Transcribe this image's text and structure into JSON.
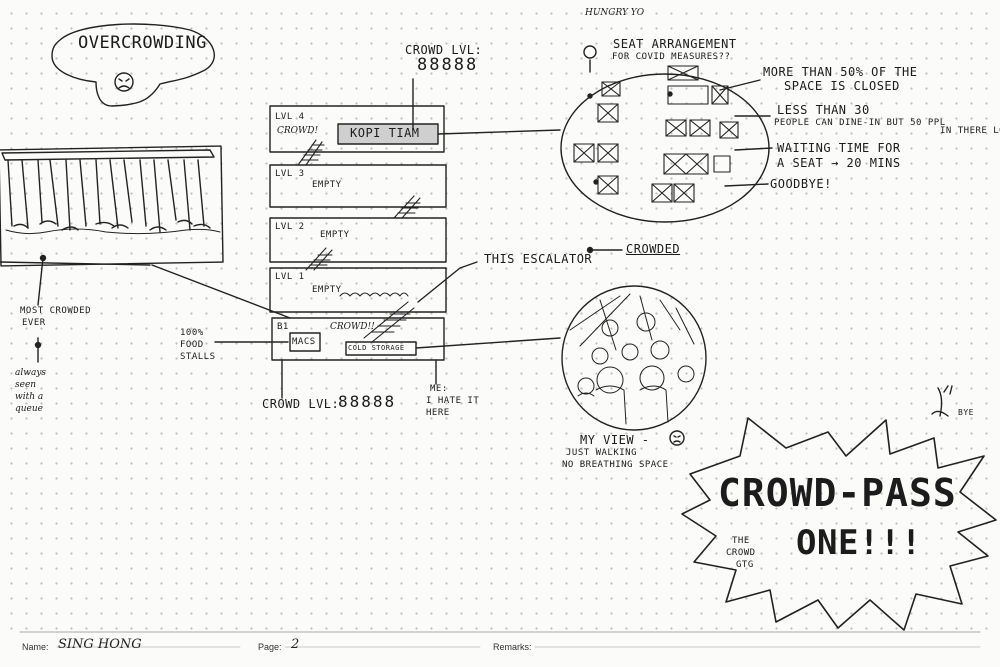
{
  "title": "OVERCROWDING",
  "crowd_top": {
    "label": "CROWD LVL:",
    "value": "88888"
  },
  "crowd_bottom": {
    "label": "CROWD LVL:",
    "value": "88888"
  },
  "hungry": "HUNGRY YO",
  "seat_heading": [
    "SEAT ARRANGEMENT",
    "FOR COVID MEASURES??"
  ],
  "notes": {
    "closed": [
      "MORE THAN 50% OF THE",
      "SPACE IS CLOSED"
    ],
    "dinein": [
      "LESS THAN 30",
      "PEOPLE CAN DINE-IN BUT 50 PPL",
      "IN THERE LOL"
    ],
    "waiting": [
      "WAITING TIME FOR",
      "A SEAT → 20 MINS"
    ],
    "goodbye": "GOODBYE!"
  },
  "levels": [
    {
      "label": "LVL 4",
      "note": "CROWD!",
      "shop": "KOPI TIAM"
    },
    {
      "label": "LVL 3",
      "note": "EMPTY"
    },
    {
      "label": "LVL 2",
      "note": "EMPTY"
    },
    {
      "label": "LVL 1",
      "note": "EMPTY"
    },
    {
      "label": "B1",
      "note": "CROWD!!",
      "shop": "MACS",
      "shop2": "COLD STORAGE"
    }
  ],
  "escalator": {
    "label": "THIS ESCALATOR",
    "status": "CROWDED"
  },
  "food_stalls": [
    "100%",
    "FOOD",
    "STALLS"
  ],
  "most_crowded": [
    "MOST CROWDED",
    "EVER"
  ],
  "queue": [
    "always",
    "seen",
    "with a",
    "queue"
  ],
  "me_note": [
    "ME:",
    "I HATE IT",
    "HERE"
  ],
  "my_view": [
    "MY VIEW -",
    "JUST WALKING",
    "NO BREATHING SPACE"
  ],
  "burst": {
    "line1": "CROWD-PASS",
    "line2": "ONE!!!",
    "side": [
      "THE",
      "CROWD",
      "GTG"
    ],
    "bye": "BYE"
  },
  "footer": {
    "name_label": "Name:",
    "name": "SING HONG",
    "page_label": "Page:",
    "page": "2",
    "remarks_label": "Remarks:"
  }
}
